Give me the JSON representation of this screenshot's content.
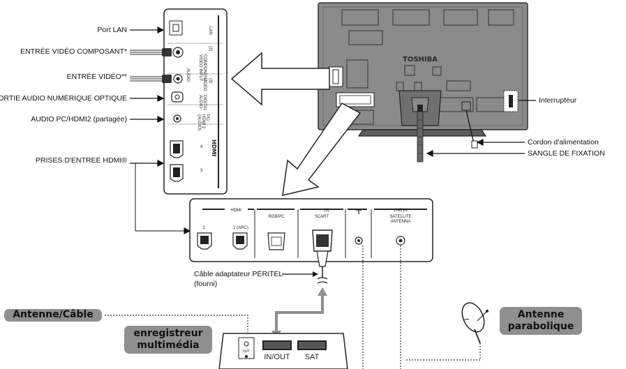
{
  "labels": {
    "port_lan": "Port LAN",
    "component_input": "ENTRÉE VIDÉO COMPOSANT*",
    "video_input": "ENTRÉE VIDÉO**",
    "optical_audio": "SORTIE AUDIO NUMÉRIQUE OPTIQUE",
    "pc_hdmi2_audio": "AUDIO PC/HDMI2 (partagée)",
    "hdmi_inputs": "PRISES D'ENTREE HDMI®",
    "power_switch": "Interrupteur",
    "power_cord": "Cordon d'alimentation",
    "fixing_strap": "SANGLE DE FIXATION",
    "scart_cable": "Câble adaptateur PÉRITEL",
    "scart_cable_supplied": "(fourni)"
  },
  "pills": {
    "antenna_cable": "Antenne/Câble",
    "media_recorder_line1": "enregistreur",
    "media_recorder_line2": "multimédia",
    "satellite_dish_line1": "Antenne",
    "satellite_dish_line2": "parabolique"
  },
  "tv": {
    "brand": "TOSHIBA"
  },
  "side_panel": {
    "lan": "LAN",
    "component_line1": "COMPONENT",
    "component_line2": "VIDEO INPUT",
    "component_num": "(2)",
    "video": "VIDEO",
    "video_num": "(3)",
    "digital_audio_line1": "DIGITAL",
    "digital_audio_line2": "AUDIO",
    "pc_line1": "PC/",
    "pc_line2": "HDMI 2",
    "pc_line3": "(AUDIO)",
    "audio_text": "AUDIO",
    "hdmi_logo": "HDMI",
    "hdmi_port_4": "4",
    "hdmi_port_3": "3"
  },
  "bottom_panel": {
    "hdmi_header": "HDMI",
    "hdmi_2": "2",
    "hdmi_1": "1 (ARC)",
    "rgb_pc": "RGB/PC",
    "scart_num": "(1)",
    "scart": "SCART",
    "lnb_in": "LNB IN",
    "satellite_line1": "SATELLITE",
    "satellite_line2": "ANTENNA"
  },
  "recorder": {
    "in_out": "IN/OUT",
    "sat": "SAT",
    "rf_out": "OUT"
  },
  "colors": {
    "pill_bg": "#8f8f8f",
    "tv_body": "#8a8a8a",
    "tv_dark": "#5c5c5c",
    "outline": "#222222"
  }
}
